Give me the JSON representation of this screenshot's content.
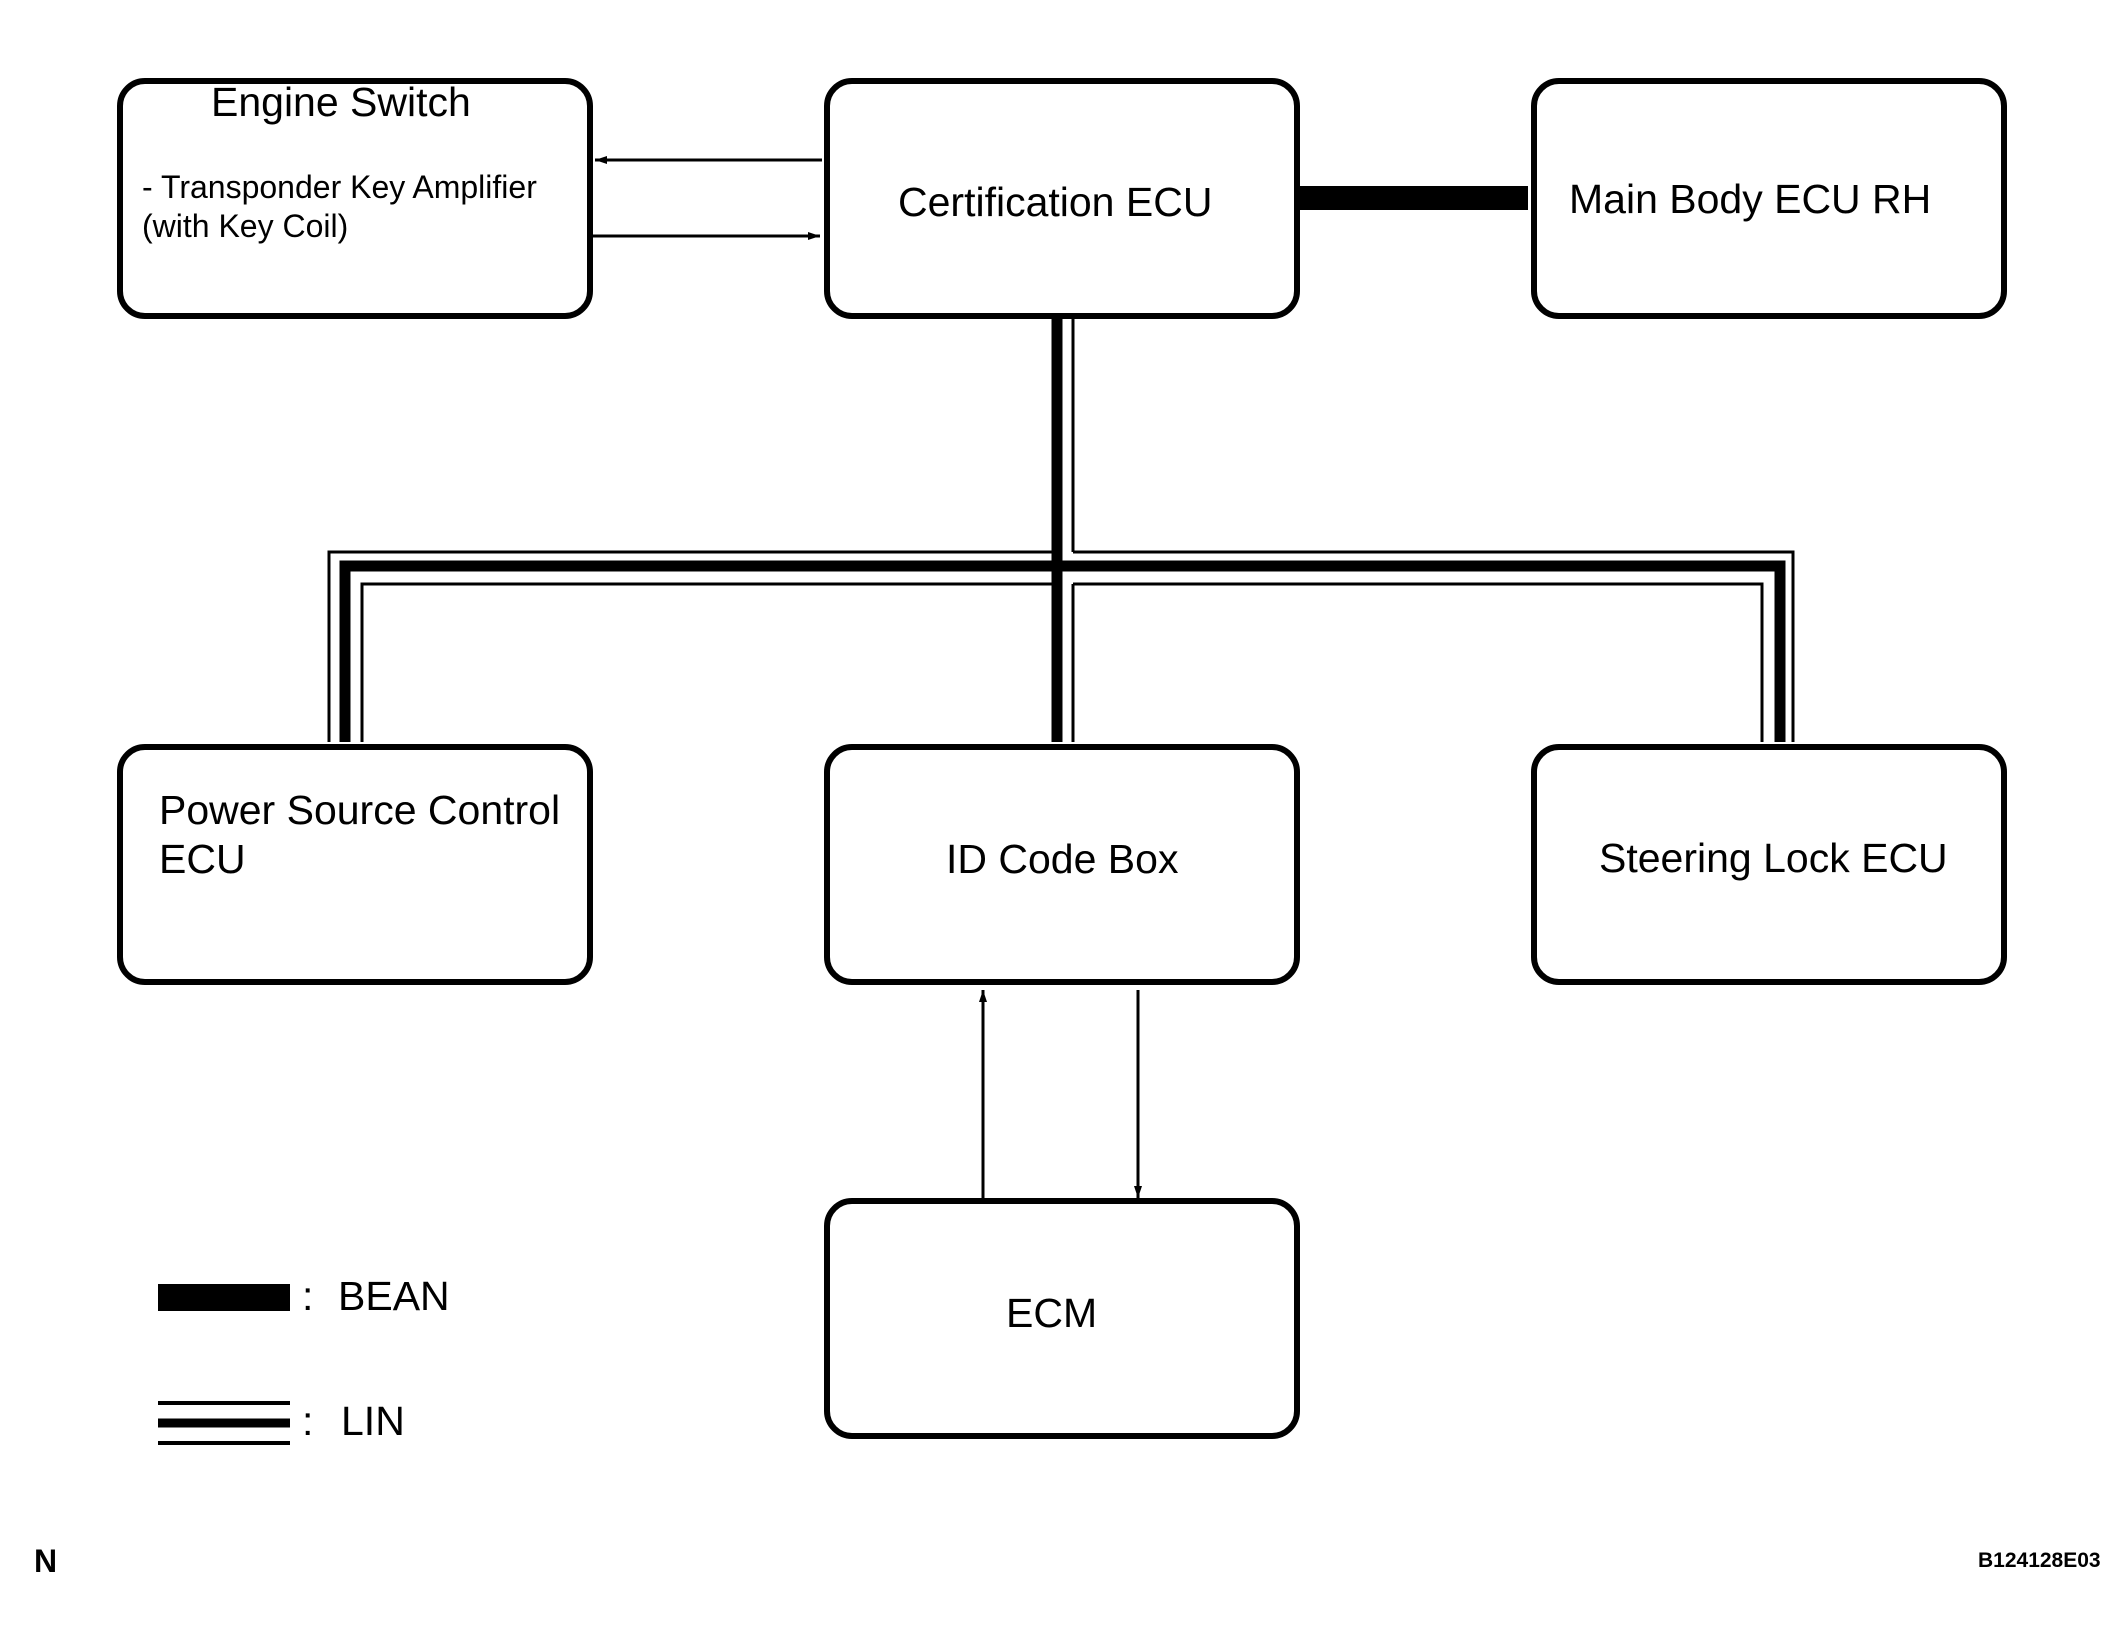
{
  "diagram": {
    "nodes": {
      "engine_switch": {
        "title": "Engine Switch",
        "detail_line1": "- Transponder Key Amplifier",
        "detail_line2": "(with Key Coil)"
      },
      "certification_ecu": {
        "title": "Certification ECU"
      },
      "main_body_ecu": {
        "title": "Main Body ECU RH"
      },
      "power_source_ecu": {
        "title_line1": "Power Source Control",
        "title_line2": "ECU"
      },
      "id_code_box": {
        "title": "ID Code Box"
      },
      "steering_lock_ecu": {
        "title": "Steering Lock ECU"
      },
      "ecm": {
        "title": "ECM"
      }
    },
    "legend": [
      {
        "symbol": "thick-line",
        "separator": ":",
        "label": "BEAN"
      },
      {
        "symbol": "triple-line",
        "separator": ":",
        "label": "LIN"
      }
    ],
    "corner_left": "N",
    "figure_code": "B124128E03",
    "colors": {
      "line": "#000000",
      "background": "#ffffff"
    }
  }
}
